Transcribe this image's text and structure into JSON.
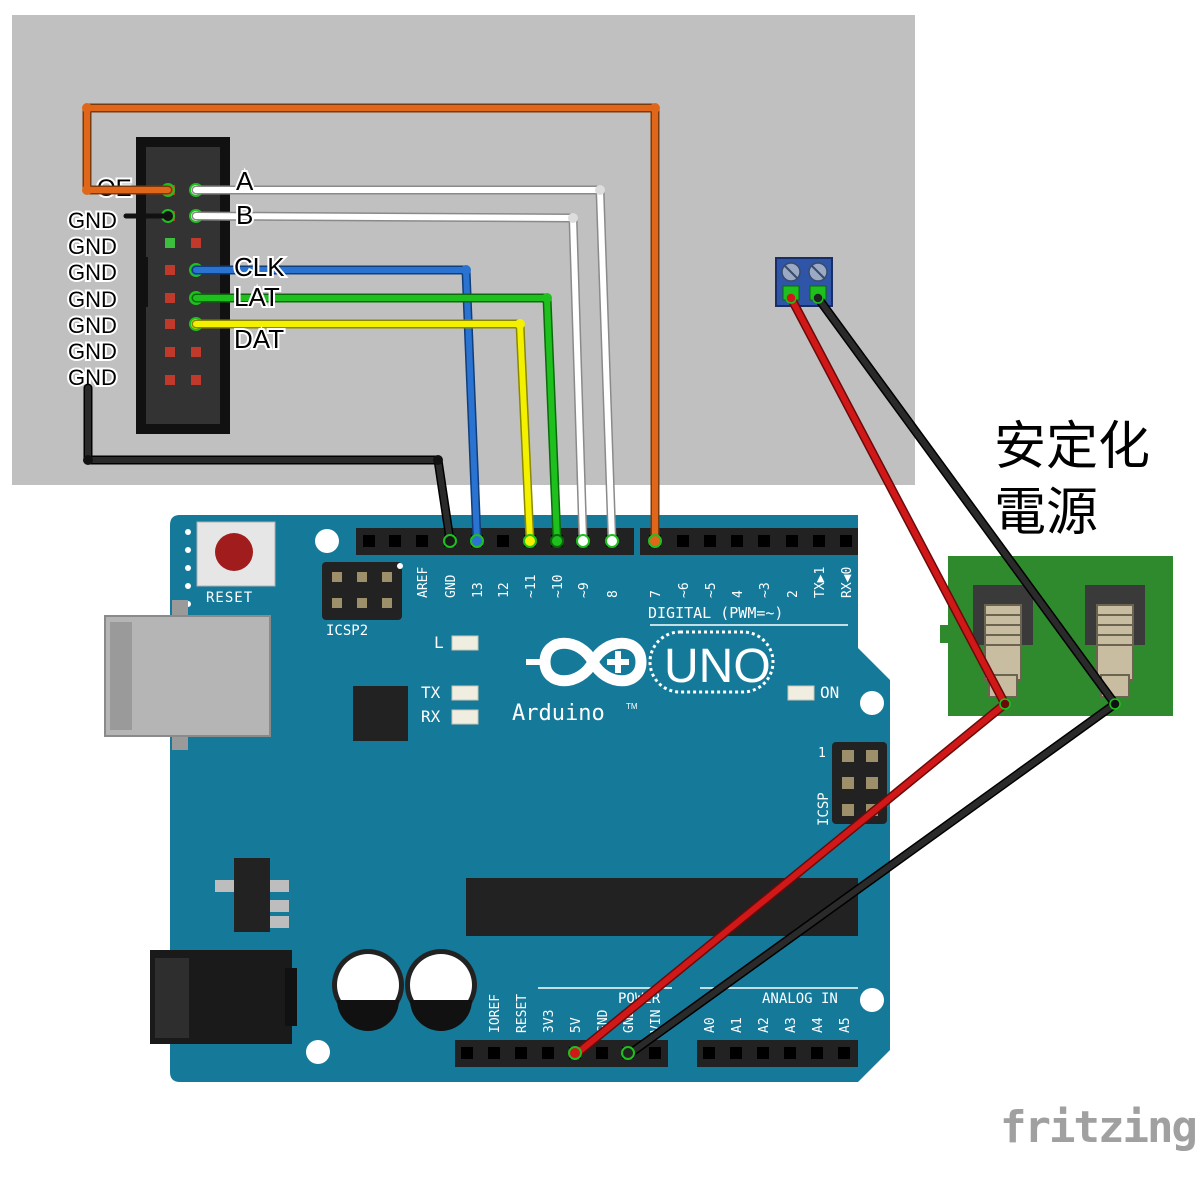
{
  "connector": {
    "pins_right": [
      "A",
      "B",
      "CLK",
      "LAT",
      "DAT"
    ],
    "pins_left": [
      "OE",
      "GND",
      "GND",
      "GND",
      "GND",
      "GND",
      "GND",
      "GND"
    ]
  },
  "arduino": {
    "model": "UNO",
    "brand": "Arduino",
    "trademark": "TM",
    "reset_label": "RESET",
    "icsp2_label": "ICSP2",
    "icsp_label": "ICSP",
    "icsp_pin1": "1",
    "led_l": "L",
    "led_tx": "TX",
    "led_rx": "RX",
    "led_on": "ON",
    "digital_label": "DIGITAL (PWM=~)",
    "power_label": "POWER",
    "analog_label": "ANALOG IN",
    "digital_pins": [
      "AREF",
      "GND",
      "13",
      "12",
      "~11",
      "~10",
      "~9",
      "8",
      "7",
      "~6",
      "~5",
      "4",
      "~3",
      "2",
      "TX▶1",
      "RX◀0"
    ],
    "power_pins": [
      "IOREF",
      "RESET",
      "3V3",
      "5V",
      "GND",
      "GND",
      "VIN"
    ],
    "analog_pins": [
      "A0",
      "A1",
      "A2",
      "A3",
      "A4",
      "A5"
    ]
  },
  "psu": {
    "label_line1": "安定化",
    "label_line2": "電源"
  },
  "brand": {
    "watermark": "fritzing"
  },
  "colors": {
    "board": "#15799a",
    "panel": "#c0c0c0",
    "wire_orange": "#e0671a",
    "wire_white": "#ffffff",
    "wire_blue": "#2a73d0",
    "wire_green": "#1ec01e",
    "wire_yellow": "#f3f000",
    "wire_black": "#202020",
    "wire_red": "#d01818",
    "psu_green": "#2e8a2c"
  }
}
